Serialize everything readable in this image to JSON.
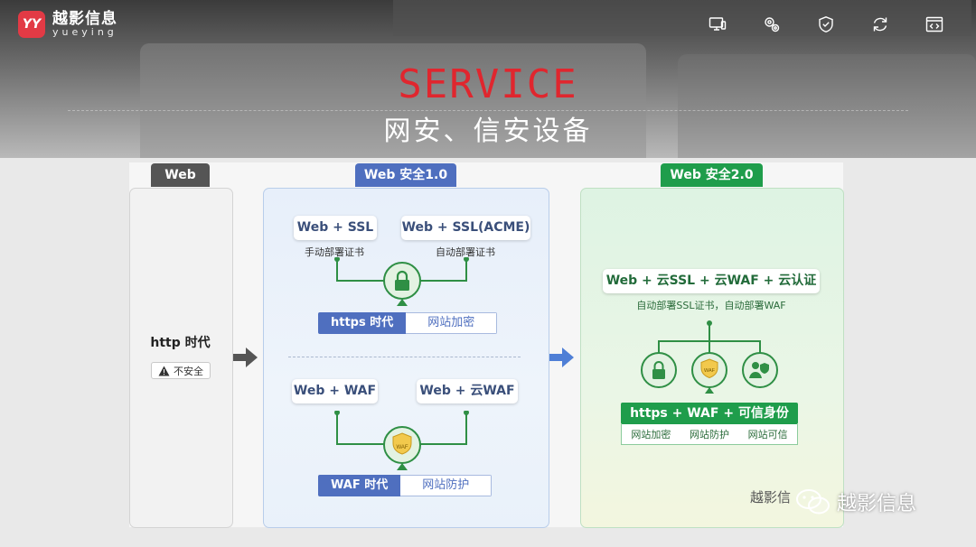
{
  "brand": {
    "name_cn": "越影信息",
    "name_en": "yueying",
    "mark": "YY"
  },
  "nav_icons": [
    "monitor-icon",
    "settings-icon",
    "shield-icon",
    "refresh-icon",
    "code-icon"
  ],
  "hero": {
    "title_en": "SERVICE",
    "title_cn": "网安、信安设备"
  },
  "colors": {
    "accent_red": "#e0262e",
    "v1_blue": "#4f6fbf",
    "v2_green": "#1f9d4b",
    "web_gray": "#555555"
  },
  "columns": {
    "web": {
      "tab": "Web",
      "label": "http 时代",
      "warning": "不安全"
    },
    "v1": {
      "tab": "Web 安全1.0",
      "chips_top": [
        {
          "label": "Web + SSL",
          "caption": "手动部署证书"
        },
        {
          "label": "Web + SSL(ACME)",
          "caption": "自动部署证书"
        }
      ],
      "era_top": {
        "label": "https 时代",
        "sub": "网站加密"
      },
      "chips_bottom": [
        {
          "label": "Web + WAF"
        },
        {
          "label": "Web + 云WAF"
        }
      ],
      "era_bottom": {
        "label": "WAF 时代",
        "sub": "网站防护"
      },
      "waf_badge": "WAF"
    },
    "v2": {
      "tab": "Web 安全2.0",
      "chip": "Web + 云SSL + 云WAF + 云认证",
      "caption": "自动部署SSL证书，自动部署WAF",
      "waf_badge": "WAF",
      "bar": "https + WAF + 可信身份",
      "sub": [
        "网站加密",
        "网站防护",
        "网站可信"
      ]
    }
  },
  "watermark": {
    "small": "越影信",
    "large": "越影信息"
  }
}
